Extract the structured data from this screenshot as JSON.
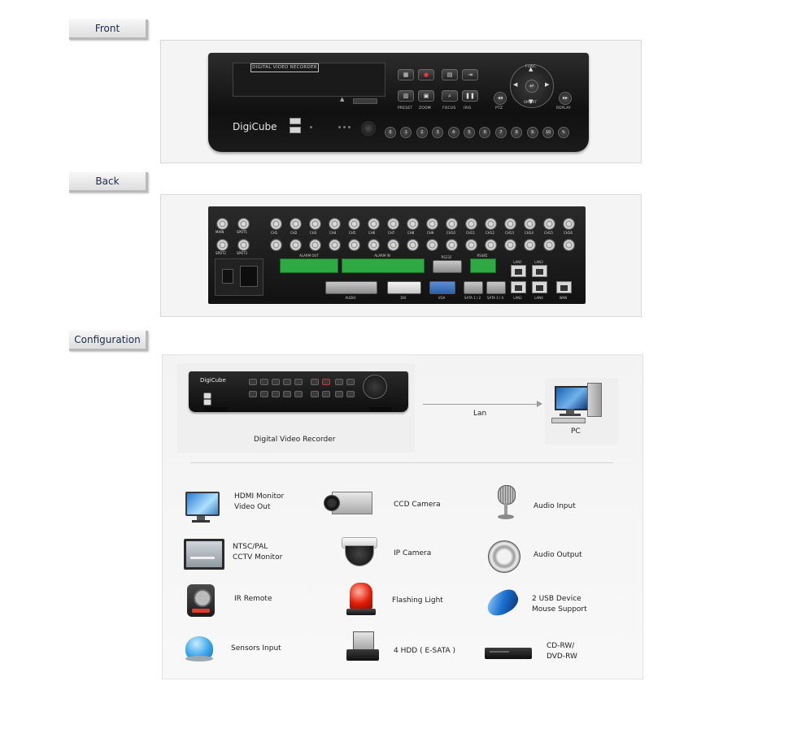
{
  "sections": {
    "front": "Front",
    "back": "Back",
    "configuration": "Configuration"
  },
  "front_panel": {
    "bay_label": "DIGITAL VIDEO RECORDER",
    "brand": "DigiCube",
    "button_labels": {
      "preset": "PRESET",
      "zoom": "ZOOM",
      "focus": "FOCUS",
      "iris": "IRIS",
      "ptz": "PTZ",
      "replay": "REPLAY",
      "func": "FUNC.",
      "smart": "SMART"
    },
    "number_keys": [
      "0",
      "1",
      "2",
      "3",
      "4",
      "5",
      "6",
      "7",
      "8",
      "9",
      "10"
    ]
  },
  "back_panel": {
    "channels": [
      "CH1",
      "CH2",
      "CH3",
      "CH4",
      "CH5",
      "CH6",
      "CH7",
      "CH8",
      "CH9",
      "CH10",
      "CH11",
      "CH12",
      "CH13",
      "CH14",
      "CH15",
      "CH16"
    ],
    "spot_labels": [
      "MAIN",
      "SPOT1",
      "SPOT2",
      "SPOT3"
    ],
    "port_labels": {
      "alarm_out": "ALARM OUT",
      "alarm_in": "ALARM IN",
      "audio": "AUDIO",
      "dvi": "DVI",
      "vga": "VGA",
      "sata12": "SATA 1 / 2",
      "sata34": "SATA 3 / 4",
      "lan1": "LAN1",
      "lan2": "LAN2",
      "lan3": "LAN3",
      "lan4": "LAN4",
      "wan": "WAN",
      "rs232": "RS232",
      "rs485": "RS485"
    }
  },
  "configuration": {
    "dvr_brand": "DigiCube",
    "dvr_caption": "Digital Video Recorder",
    "link_label": "Lan",
    "pc_caption": "PC",
    "items": [
      {
        "icon": "hdmi-monitor-icon",
        "line1": "HDMI Monitor",
        "line2": "Video Out"
      },
      {
        "icon": "ccd-camera-icon",
        "line1": "CCD Camera",
        "line2": ""
      },
      {
        "icon": "microphone-icon",
        "line1": "Audio Input",
        "line2": ""
      },
      {
        "icon": "cctv-monitor-icon",
        "line1": "NTSC/PAL",
        "line2": "CCTV Monitor"
      },
      {
        "icon": "ip-camera-icon",
        "line1": "IP Camera",
        "line2": ""
      },
      {
        "icon": "speaker-icon",
        "line1": "Audio Output",
        "line2": ""
      },
      {
        "icon": "ir-remote-icon",
        "line1": "IR Remote",
        "line2": ""
      },
      {
        "icon": "flashing-light-icon",
        "line1": "Flashing Light",
        "line2": ""
      },
      {
        "icon": "mouse-icon",
        "line1": "2 USB Device",
        "line2": "Mouse Support"
      },
      {
        "icon": "sensor-icon",
        "line1": "Sensors Input",
        "line2": ""
      },
      {
        "icon": "hdd-dock-icon",
        "line1": "4 HDD ( E-SATA )",
        "line2": ""
      },
      {
        "icon": "cd-dvd-drive-icon",
        "line1": "CD-RW/",
        "line2": "DVD-RW"
      }
    ]
  },
  "colors": {
    "terminal_green": "#2fa944",
    "tab_text": "#1d2a4a"
  }
}
